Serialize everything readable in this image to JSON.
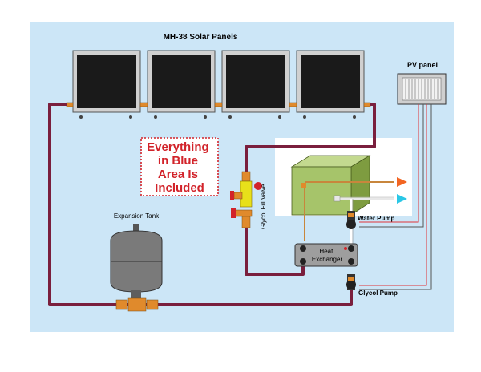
{
  "title": "MH-38 Solar Panels",
  "pv_panel_label": "PV panel",
  "callout_lines": [
    "Everything",
    "in Blue",
    "Area Is",
    "Included"
  ],
  "expansion_tank_label": "Expansion Tank",
  "glycol_fill_valve_label": "Glycol Fill Valve",
  "heat_exchanger_lines": [
    "Heat",
    "Exchanger"
  ],
  "water_pump_label": "Water Pump",
  "glycol_pump_label": "Glycol Pump",
  "colors": {
    "blue_area": "#cce6f7",
    "panel_dark": "#1a1a1a",
    "panel_frame": "#d0d0d0",
    "pipe": "#7a1f3d",
    "callout_red": "#d2232a",
    "wire_red": "#e0343a",
    "tank_gray": "#7a7a7a",
    "tank_box_green": "#a6c46a",
    "fitting_orange": "#e08a2c",
    "valve_yellow": "#e8e01a",
    "hot_arrow": "#f26522",
    "cold_arrow": "#2ac7e6"
  }
}
